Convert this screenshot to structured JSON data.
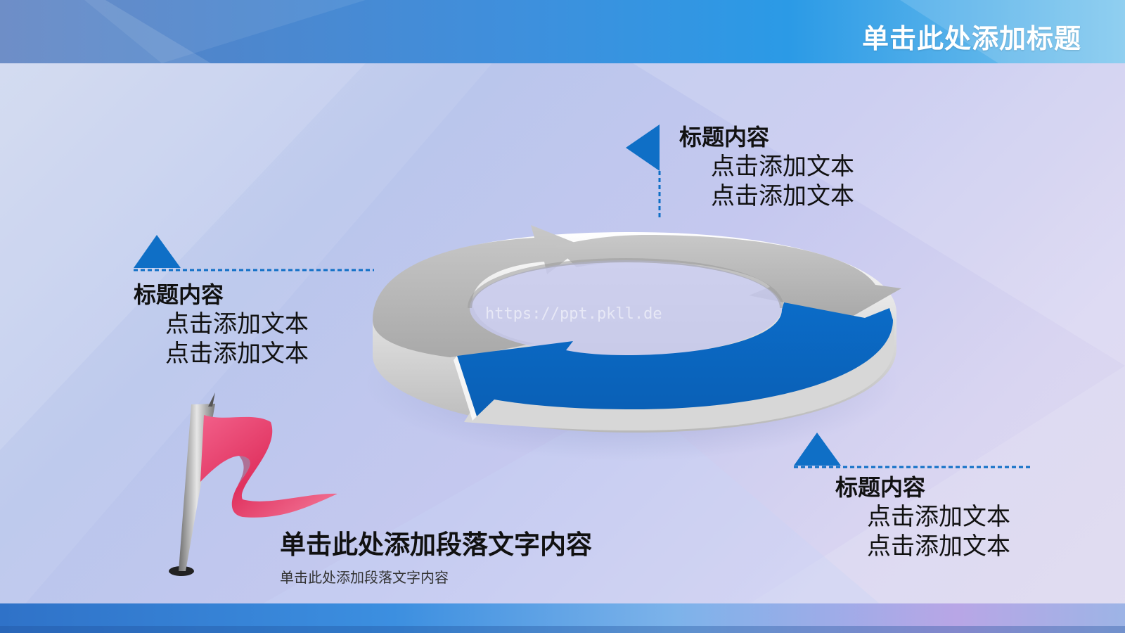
{
  "header": {
    "title": "单击此处添加标题"
  },
  "blocks": [
    {
      "title": "标题内容",
      "lines": [
        "点击添加文本",
        "点击添加文本"
      ]
    },
    {
      "title": "标题内容",
      "lines": [
        "点击添加文本",
        "点击添加文本"
      ]
    },
    {
      "title": "标题内容",
      "lines": [
        "点击添加文本",
        "点击添加文本"
      ]
    }
  ],
  "paragraph": {
    "title": "单击此处添加段落文字内容",
    "subtitle": "单击此处添加段落文字内容"
  },
  "watermark": "https://ppt.pkll.de",
  "colors": {
    "accent_blue": "#0f6fc6",
    "arrow_blue": "#0a6fc8",
    "arrow_gray": "#bdbdbd",
    "flag_red": "#e23a68"
  },
  "icons": {
    "triangle_marker": "triangle-marker-icon",
    "flag": "flag-icon",
    "cycle_arrows": "cycle-arrows-icon"
  }
}
